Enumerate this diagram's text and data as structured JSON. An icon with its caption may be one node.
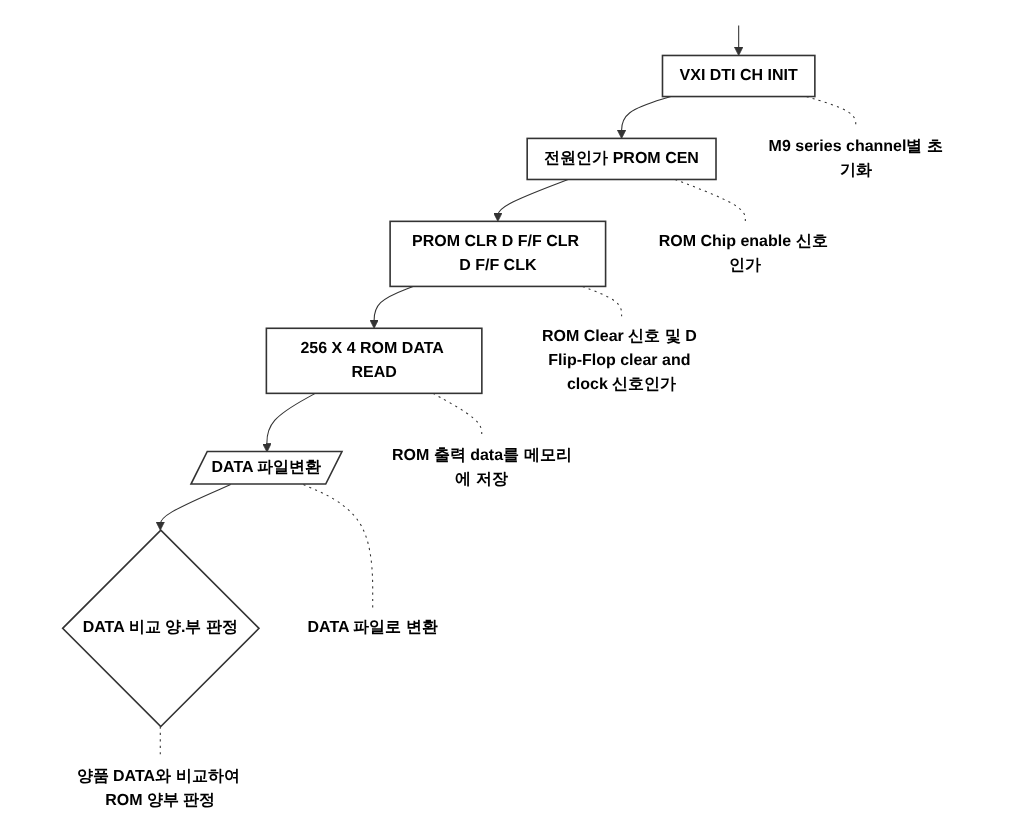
{
  "diagram": {
    "nodes": [
      {
        "text": [
          "VXI DTI CH INIT"
        ]
      },
      {
        "text": [
          "전원인가 PROM CEN"
        ]
      },
      {
        "text": [
          "PROM CLR D F/F CLR D F/F CLK"
        ]
      },
      {
        "text": [
          "256 X 4 ROM DATA READ"
        ]
      },
      {
        "text": [
          "DATA 파일변환"
        ]
      },
      {
        "text": [
          "DATA 비교 양.부 판정"
        ]
      },
      {
        "text": [
          "M9 series channel별 초기화"
        ]
      },
      {
        "text": [
          "ROM Chip enable 신호 인가"
        ]
      },
      {
        "text": [
          "ROM Clear 신호 및 D Flip-Flop clear and clock 신호인가"
        ]
      },
      {
        "text": [
          "ROM 출력 data를 메모리에 저장"
        ]
      },
      {
        "text": [
          "DATA 파일로 변환"
        ]
      },
      {
        "text": [
          "양품 DATA와 비교하여 ROM 양부 판정"
        ]
      }
    ],
    "edges": [
      {
        "from": null,
        "to": 0,
        "arrow": "to"
      },
      {
        "from": 0,
        "to": 1,
        "arrow": "to"
      },
      {
        "from": 1,
        "to": 2,
        "arrow": "to"
      },
      {
        "from": 2,
        "to": 3,
        "arrow": "to"
      },
      {
        "from": 3,
        "to": 4,
        "arrow": "to"
      },
      {
        "from": 4,
        "to": 5,
        "arrow": "to"
      },
      {
        "from": 0,
        "to": 6,
        "arrow": "none",
        "style": "dashed"
      },
      {
        "from": 1,
        "to": 7,
        "arrow": "none",
        "style": "dashed"
      },
      {
        "from": 2,
        "to": 8,
        "arrow": "none",
        "style": "dashed"
      },
      {
        "from": 3,
        "to": 9,
        "arrow": "none",
        "style": "dashed"
      },
      {
        "from": 4,
        "to": 10,
        "arrow": "none",
        "style": "dashed"
      },
      {
        "from": 5,
        "to": 11,
        "arrow": "none",
        "style": "dashed"
      }
    ]
  }
}
